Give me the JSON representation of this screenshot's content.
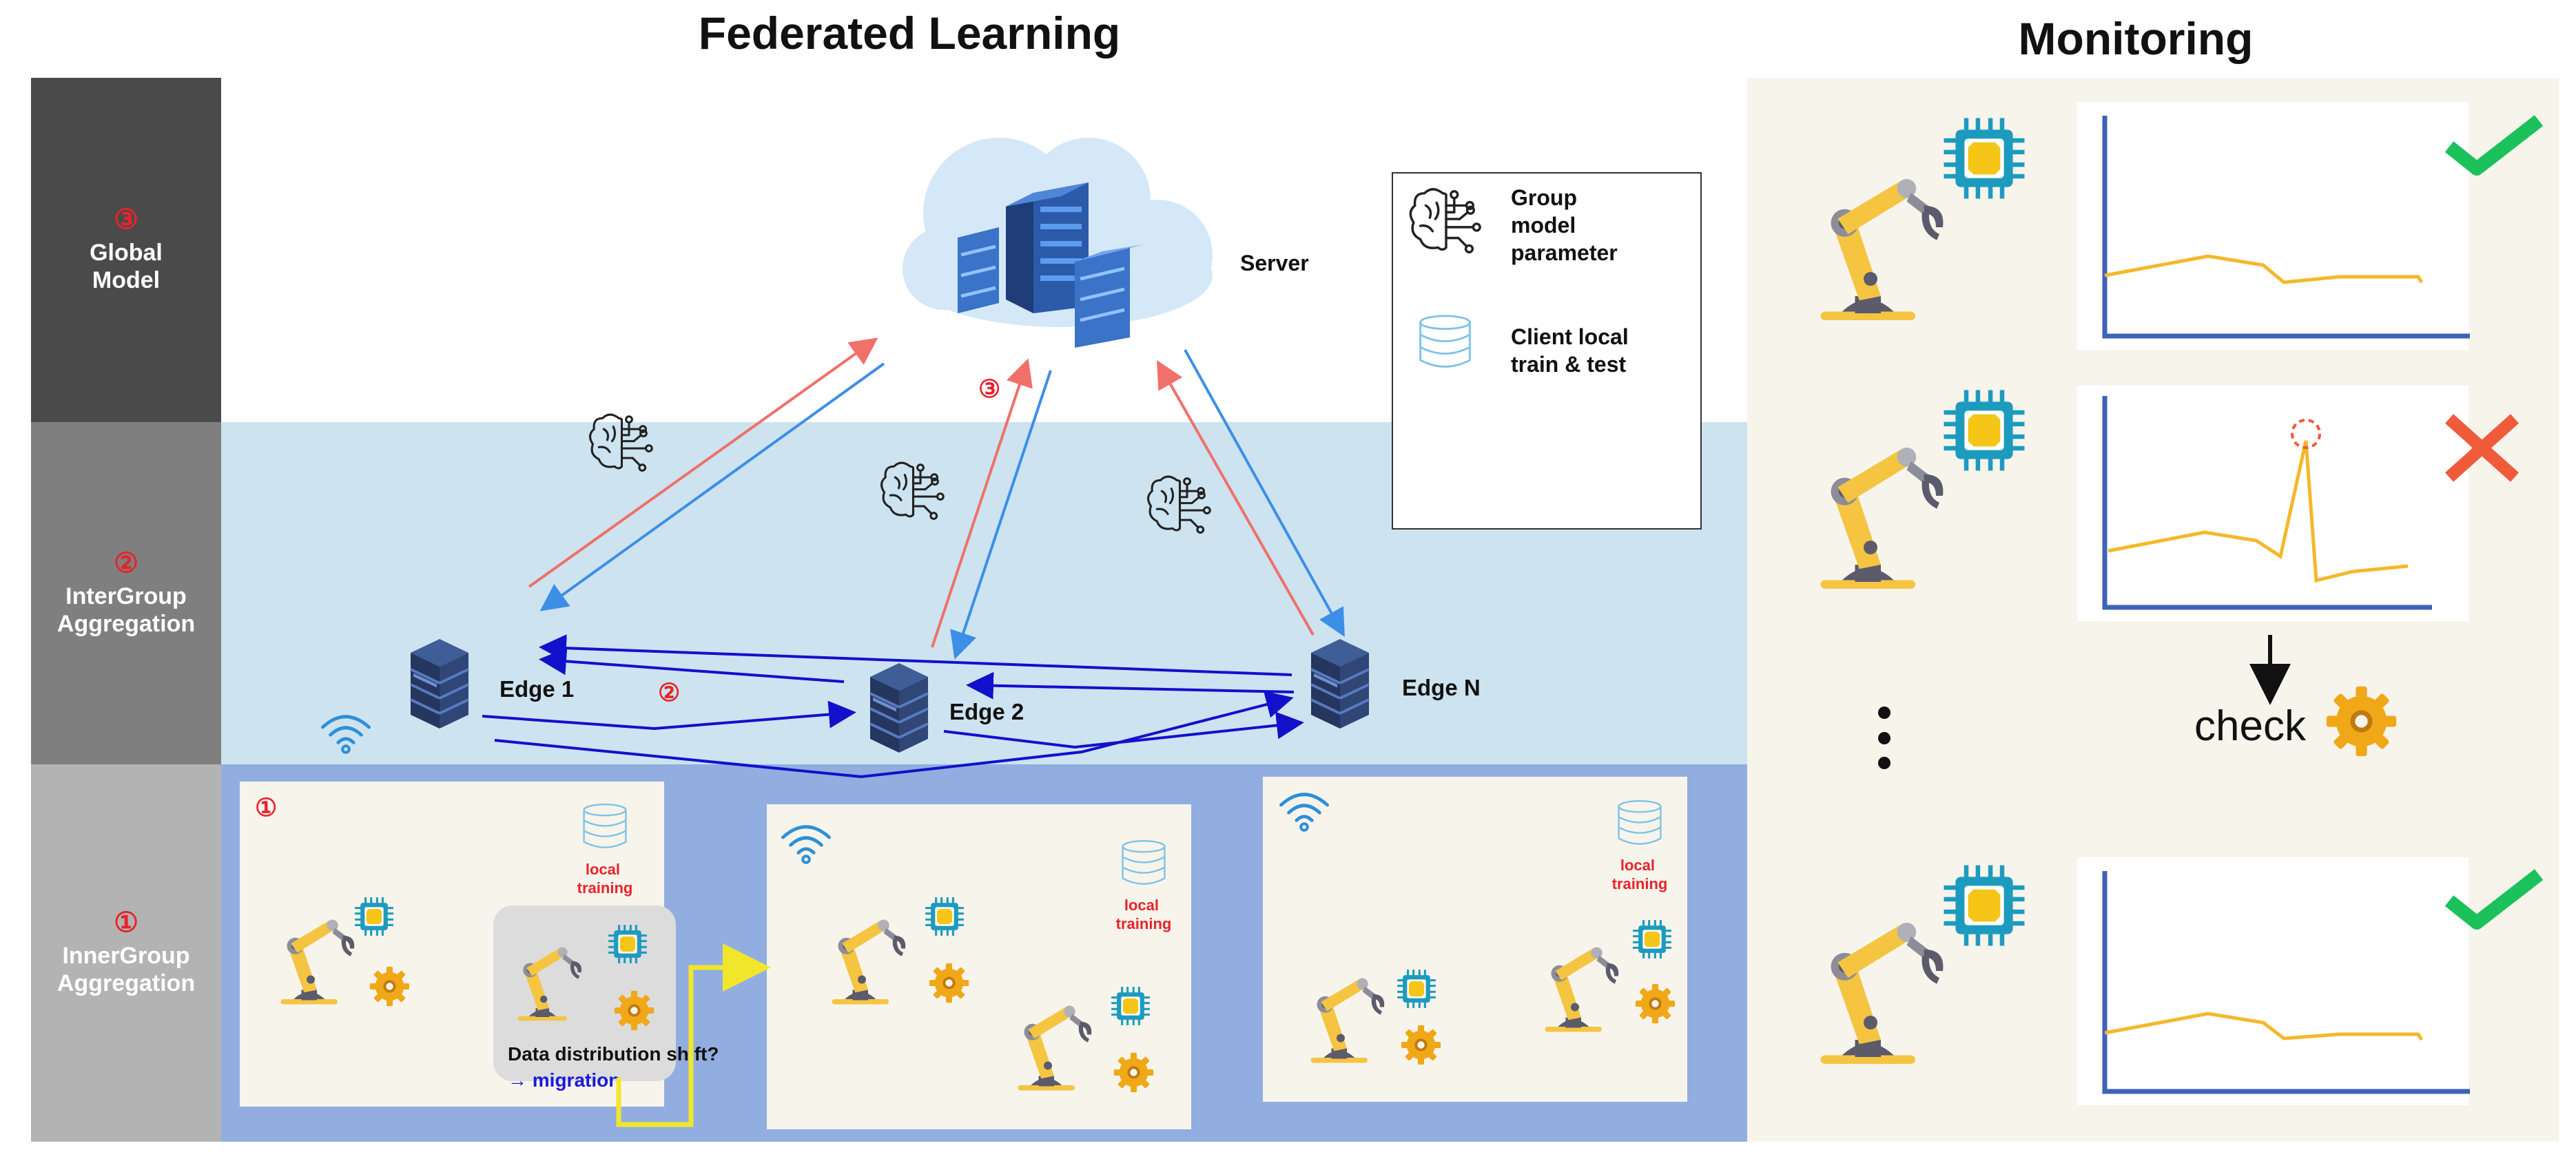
{
  "titles": {
    "federated_learning": "Federated Learning",
    "monitoring": "Monitoring"
  },
  "bands": [
    {
      "number": "③",
      "label_line1": "Global",
      "label_line2": "Model",
      "color": "#4a4a4a"
    },
    {
      "number": "②",
      "label_line1": "InterGroup",
      "label_line2": "Aggregation",
      "color": "#7f7f7f"
    },
    {
      "number": "①",
      "label_line1": "InnerGroup",
      "label_line2": "Aggregation",
      "color": "#b3b3b3"
    }
  ],
  "server": {
    "label": "Server"
  },
  "legend": {
    "brain_label_lines": [
      "Group",
      "model",
      "parameter"
    ],
    "db_label_lines": [
      "Client local",
      "train & test"
    ]
  },
  "edges": [
    {
      "label": "Edge 1"
    },
    {
      "label": "Edge 2"
    },
    {
      "label": "Edge N"
    }
  ],
  "step_markers": {
    "global_step": "③",
    "inter_step": "②",
    "inner_step": "①"
  },
  "groups": {
    "local_training_line1": "local",
    "local_training_line2": "training",
    "shift_question": "Data distribution shift?",
    "migration_label": "→ migration"
  },
  "monitoring": {
    "check_label": "check",
    "ellipsis": "⋮",
    "statuses": [
      "ok",
      "anomaly",
      "ok"
    ]
  },
  "colors": {
    "band_light_blue": "#cde3ef",
    "band_inner_blue": "#92aee0",
    "group_panel": "#f7f4ec",
    "monitor_bg": "#f7f4ec",
    "arrow_red": "#f0706a",
    "arrow_blue": "#3d8fe6",
    "arrow_darkblue": "#1111cc",
    "migration_yellow": "#f2e62a",
    "check_green": "#1bc25b",
    "cross_red": "#ef5b3b",
    "trend_line": "#f5b82a",
    "axis_blue": "#3e62b8"
  }
}
